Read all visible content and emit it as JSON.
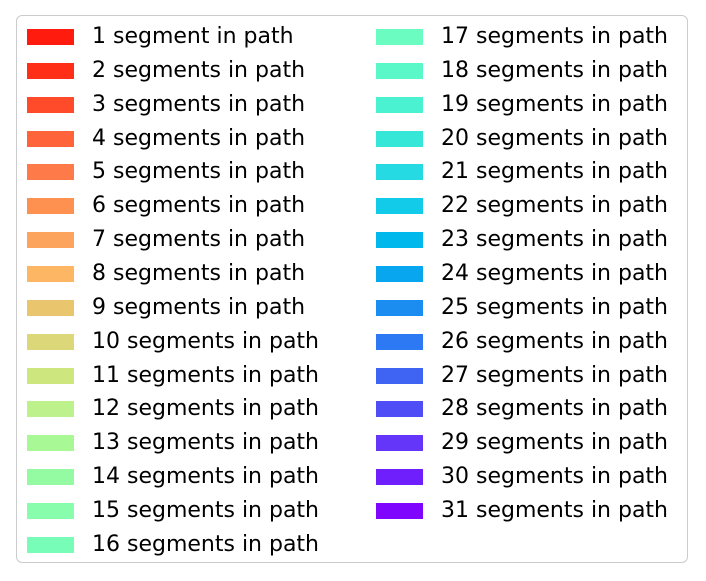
{
  "chart_data": {
    "type": "legend",
    "legend": {
      "columns": 2,
      "entries": [
        {
          "label": "1 segment in path",
          "color": "#ff1c0e"
        },
        {
          "label": "2 segments in path",
          "color": "#ff2e17"
        },
        {
          "label": "3 segments in path",
          "color": "#ff4b2a"
        },
        {
          "label": "4 segments in path",
          "color": "#ff633a"
        },
        {
          "label": "5 segments in path",
          "color": "#ff7a49"
        },
        {
          "label": "6 segments in path",
          "color": "#ff9150"
        },
        {
          "label": "7 segments in path",
          "color": "#fca35d"
        },
        {
          "label": "8 segments in path",
          "color": "#fdb664"
        },
        {
          "label": "9 segments in path",
          "color": "#e9c56d"
        },
        {
          "label": "10 segments in path",
          "color": "#dcd879"
        },
        {
          "label": "11 segments in path",
          "color": "#cde67e"
        },
        {
          "label": "12 segments in path",
          "color": "#bcf18b"
        },
        {
          "label": "13 segments in path",
          "color": "#a8f895"
        },
        {
          "label": "14 segments in path",
          "color": "#95fba3"
        },
        {
          "label": "15 segments in path",
          "color": "#88fdab"
        },
        {
          "label": "16 segments in path",
          "color": "#78fdb9"
        },
        {
          "label": "17 segments in path",
          "color": "#6afcc0"
        },
        {
          "label": "18 segments in path",
          "color": "#5af7c8"
        },
        {
          "label": "19 segments in path",
          "color": "#4af2d1"
        },
        {
          "label": "20 segments in path",
          "color": "#36e6d6"
        },
        {
          "label": "21 segments in path",
          "color": "#25dae2"
        },
        {
          "label": "22 segments in path",
          "color": "#12cbe8"
        },
        {
          "label": "23 segments in path",
          "color": "#00b8ec"
        },
        {
          "label": "24 segments in path",
          "color": "#08a6ee"
        },
        {
          "label": "25 segments in path",
          "color": "#1b8df0"
        },
        {
          "label": "26 segments in path",
          "color": "#2d78f3"
        },
        {
          "label": "27 segments in path",
          "color": "#3f64f4"
        },
        {
          "label": "28 segments in path",
          "color": "#4f4df6"
        },
        {
          "label": "29 segments in path",
          "color": "#6336f9"
        },
        {
          "label": "30 segments in path",
          "color": "#6e1ffb"
        },
        {
          "label": "31 segments in path",
          "color": "#7f05fe"
        }
      ]
    }
  }
}
